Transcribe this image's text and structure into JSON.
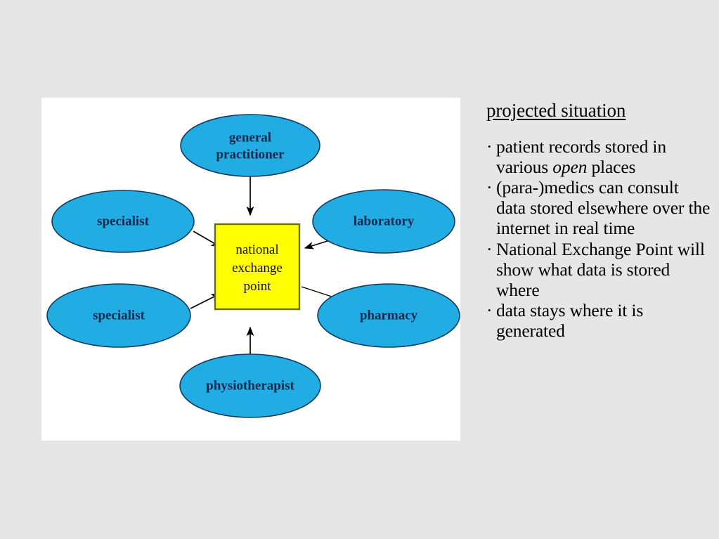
{
  "slide": {
    "background_color": "#e6e6e6"
  },
  "diagram": {
    "panel_background": "#ffffff",
    "node_fill_color": "#22ace4",
    "node_stroke_color": "#123a5c",
    "hub_fill_color": "#ffff00",
    "hub_stroke_color": "#6b6b16",
    "hub": {
      "line1": "national",
      "line2": "exchange",
      "line3": "point"
    },
    "nodes": [
      {
        "id": "general-practitioner",
        "line1": "general",
        "line2": "practitioner"
      },
      {
        "id": "specialist-upper",
        "line1": "specialist",
        "line2": ""
      },
      {
        "id": "specialist-lower",
        "line1": "specialist",
        "line2": ""
      },
      {
        "id": "laboratory",
        "line1": "laboratory",
        "line2": ""
      },
      {
        "id": "pharmacy",
        "line1": "pharmacy",
        "line2": ""
      },
      {
        "id": "physiotherapist",
        "line1": "physiotherapist",
        "line2": ""
      }
    ]
  },
  "notes": {
    "title": "projected situation",
    "bullet_marker": "·",
    "bullets": [
      {
        "id": "bullet-patient-records",
        "segments": [
          {
            "text": "patient records stored in various ",
            "italic": false
          },
          {
            "text": "open",
            "italic": true
          },
          {
            "text": " places",
            "italic": false
          }
        ]
      },
      {
        "id": "bullet-paramedics",
        "segments": [
          {
            "text": "(para-)medics can consult data stored elsewhere over the internet in real time",
            "italic": false
          }
        ]
      },
      {
        "id": "bullet-national-exchange-point",
        "segments": [
          {
            "text": "National Exchange Point will show what data is stored where",
            "italic": false
          }
        ]
      },
      {
        "id": "bullet-data-stays",
        "segments": [
          {
            "text": "data stays where it is generated",
            "italic": false
          }
        ]
      }
    ]
  }
}
